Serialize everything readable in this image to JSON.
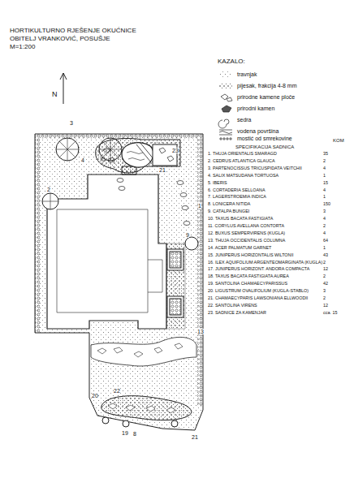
{
  "diagram": {
    "title": "HORTIKULTURNO RJEŠENJE OKUĆNICE",
    "labels": [
      "OBITELJ VRANKOVIĆ, POSUŠJE",
      "M=1:200",
      "N",
      "KAZALO:",
      "SPECIFIKACIJA SADNICA",
      "KOM",
      "1. THUJA ORIENTALIS SMARAGD",
      "2. CEDRUS ATLANTICA GLAUCA",
      "3. PARTENOCISSUS TRICUSPIDATA VEITCHII",
      "4. SALIX MATSUDANA TORTUOSA",
      "5. IBERIS",
      "6. CORTADERIA SELLOANA",
      "7. LAGERSTROEMIA INDICA",
      "8. LONICERA NITIDA",
      "9. CATALPA BUNGEI",
      "10. TAXUS BACATA FASTIGIATA",
      "11. CORYLUS AVELLANA CONTORTA",
      "12. BUXUS SEMPERVIRENS (KUGLA)",
      "13. THUJA OCCIDENTALIS COLUMNA",
      "14. ACER PALMATUM GARNET",
      "15. JUNIPERUS HORIZONTALIS WILTONII",
      "16. ILEX AQUIFOLIUM ARGENTEOMARGINATA (KUGLA)",
      "17. JUNIPERUS HORIZONT. ANDORA COMPACTA",
      "18. TAXUS BACATA FASTIGIATA AUREA",
      "19. SANTOLINA CHAMAECYPARISSUS",
      "20. LIGUSTRUM OVALIFOLIUM (KUGLA-STABLO)",
      "21. CHAMAECYPARIS LAWSONIANA ELLWOODII",
      "22. SANTOLINA VIRENS",
      "23. SADNICE ZA KAMENJAR",
      "35",
      "2",
      "4",
      "1",
      "15",
      "4",
      "1",
      "150",
      "3",
      "4",
      "2",
      "4",
      "64",
      "1",
      "43",
      "2",
      "12",
      "2",
      "42",
      "3",
      "2",
      "12",
      "cca. 15",
      "3",
      "4",
      "2",
      "23",
      "21",
      "1",
      "9",
      "13",
      "20",
      "22",
      "19",
      "8",
      "21"
    ],
    "legend": [
      {
        "text": "travnjak"
      },
      {
        "text": "pijesak, frakcija 4-8 mm"
      },
      {
        "text": "prirodne kamene ploče"
      },
      {
        "text": "prirodni kamen"
      },
      {
        "text": "sedra"
      },
      {
        "text": "vodena površina"
      },
      {
        "text": "mostić od smrekovine"
      }
    ]
  }
}
